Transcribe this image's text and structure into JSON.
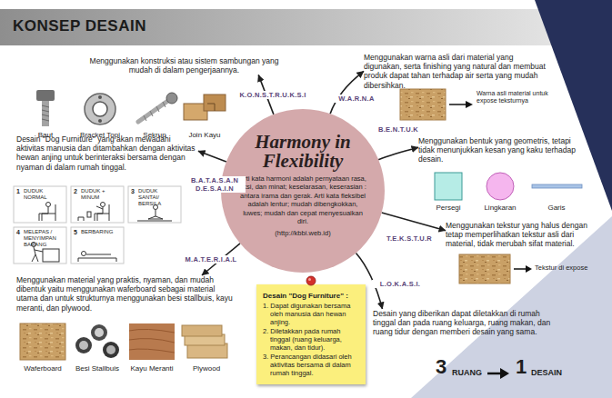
{
  "diagram": {
    "title": "KONSEP DESAIN",
    "nodes": [
      {
        "text": [
          "Harmony in Flexibility",
          "Arti kata harmoni adalah pernyataan rasa, aksi, dan minat; keselarasan, keserasian : antara irama dan gerak. Arti kata fleksibel adalah lentur; mudah dibengkokkan, luwes; mudah dan cepat menyesuaikan diri.",
          "(http://kbbi.web.id)"
        ]
      },
      {
        "text": [
          "Desain \"Dog Furniture\" :",
          "1. Dapat digunakan bersama oleh manusia dan hewan anjing.",
          "2. Diletakkan pada rumah tinggal (ruang keluarga, makan, dan tidur).",
          "3. Perancangan didasari oleh aktivitas bersama di dalam rumah tinggal."
        ]
      },
      {
        "text": [
          "Menggunakan konstruksi atau sistem sambungan yang mudah di dalam pengerjaannya."
        ]
      },
      {
        "text": [
          "Menggunakan warna asli dari material yang digunakan, serta finishing yang natural dan membuat produk dapat tahan terhadap air serta yang mudah dibersihkan."
        ]
      },
      {
        "text": [
          "Menggunakan bentuk yang geometris, tetapi tidak menunjukkan kesan yang kaku terhadap desain."
        ]
      },
      {
        "text": [
          "Menggunakan tekstur yang halus dengan tetap memperlihatkan tekstur asli dari material, tidak merubah sifat material."
        ]
      },
      {
        "text": [
          "Desain yang diberikan dapat diletakkan di rumah tinggal dan pada ruang keluarga, ruang makan, dan ruang tidur dengan memberi desain yang sama."
        ]
      },
      {
        "text": [
          "Menggunakan material yang praktis, nyaman, dan mudah dibentuk yaitu menggunakan waferboard sebagai material utama dan untuk strukturnya menggunakan besi stallbuis, kayu meranti, dan plywood."
        ]
      },
      {
        "text": [
          "Desain \"Dog Furniture\" yang akan mewadahi aktivitas manusia dan ditambahkan dengan aktivitas hewan anjing untuk berinteraksi bersama dengan nyaman di dalam rumah tinggal."
        ]
      }
    ],
    "edges": [
      {
        "from": 0,
        "to": 2,
        "arrow": "to",
        "label": "K.O.N.S.T.R.U.K.S.I"
      },
      {
        "from": 0,
        "to": 3,
        "arrow": "to",
        "label": "W.A.R.N.A"
      },
      {
        "from": 0,
        "to": 4,
        "arrow": "to",
        "label": "B.E.N.T.U.K"
      },
      {
        "from": 0,
        "to": 5,
        "arrow": "to",
        "label": "T.E.K.S.T.U.R"
      },
      {
        "from": 0,
        "to": 6,
        "arrow": "to",
        "label": "L.O.K.A.S.I."
      },
      {
        "from": 0,
        "to": 7,
        "arrow": "to",
        "label": "M.A.T.E.R.I.A.L"
      },
      {
        "from": 0,
        "to": 8,
        "arrow": "to",
        "label": "B.A.T.A.S.A.N D.E.S.A.I.N"
      }
    ],
    "labels": [
      "Baut",
      "Bracket Topi",
      "Sekrup",
      "Join Kayu",
      "Warna asli material untuk expose teksturnya",
      "Persegi",
      "Lingkaran",
      "Garis",
      "Tekstur di expose",
      "3",
      "RUANG",
      "1",
      "DESAIN",
      "1",
      "DUDUK NORMAL",
      "2",
      "DUDUK + MINUM",
      "3",
      "DUDUK SANTAI/ BERSILA",
      "4",
      "MELEPAS / MENYIMPAN BARANG",
      "5",
      "BERBARING",
      "Waferboard",
      "Besi Stallbuis",
      "Kayu Meranti",
      "Plywood"
    ]
  }
}
